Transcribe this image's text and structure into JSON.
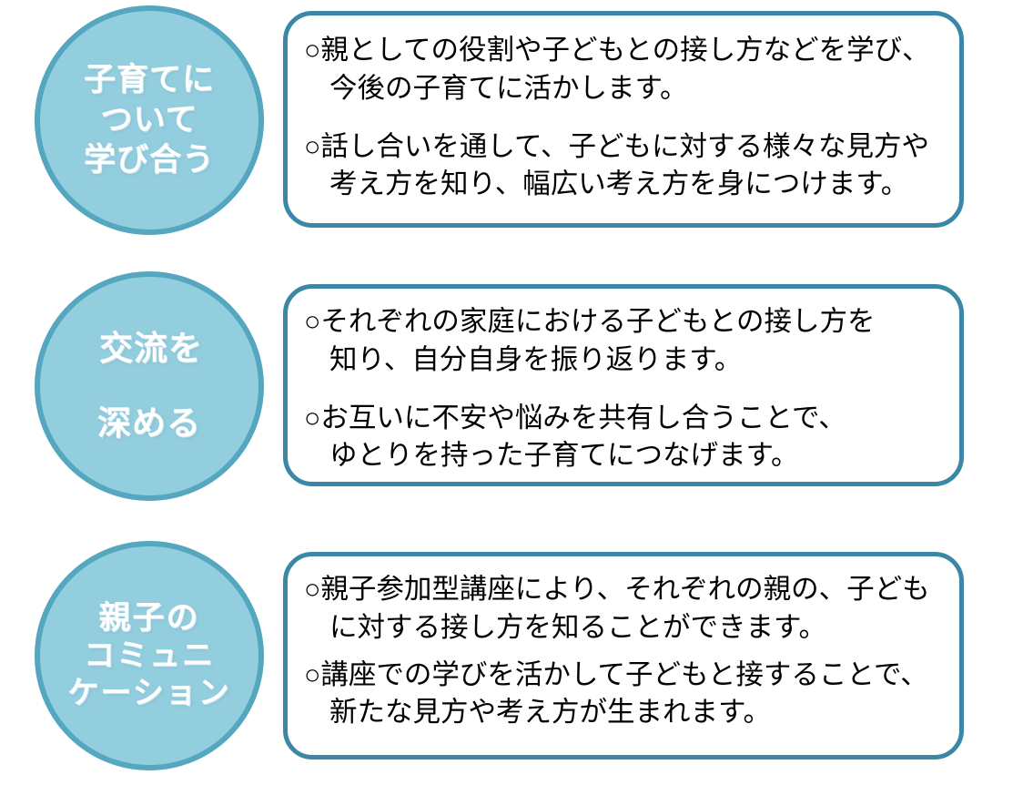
{
  "theme": {
    "circle_fill": "#93CEDF",
    "circle_border": "#55A7C0",
    "panel_border": "#3B87A6",
    "panel_fill": "#FFFFFF",
    "circle_text_color": "#FFFFFF",
    "body_text_color": "#000000"
  },
  "sections": [
    {
      "badge_lines": [
        "子育てに",
        "ついて",
        "学び合う"
      ],
      "bullets": [
        {
          "line1": "○親としての役割や子どもとの接し方などを学び、",
          "line2": "今後の子育てに活かします。"
        },
        {
          "line1": "○話し合いを通して、子どもに対する様々な見方や",
          "line2": "考え方を知り、幅広い考え方を身につけます。"
        }
      ]
    },
    {
      "badge_lines": [
        "交流を",
        "深める"
      ],
      "bullets": [
        {
          "line1": "○それぞれの家庭における子どもとの接し方を",
          "line2": "知り、自分自身を振り返ります。"
        },
        {
          "line1": "○お互いに不安や悩みを共有し合うことで、",
          "line2": "ゆとりを持った子育てにつなげます。"
        }
      ]
    },
    {
      "badge_lines": [
        "親子の",
        "コミュニ",
        "ケーション"
      ],
      "bullets": [
        {
          "line1": "○親子参加型講座により、それぞれの親の、子ども",
          "line2": "に対する接し方を知ることができます。"
        },
        {
          "line1": "○講座での学びを活かして子どもと接することで、",
          "line2": "新たな見方や考え方が生まれます。"
        }
      ]
    }
  ]
}
